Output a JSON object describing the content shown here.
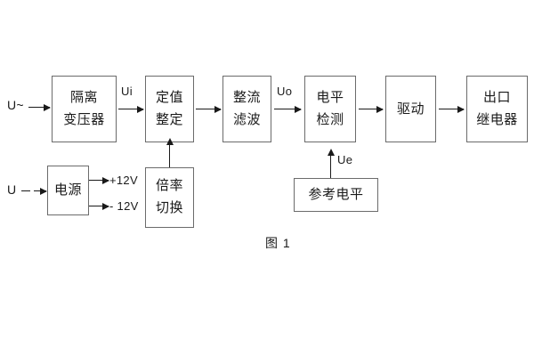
{
  "figure": {
    "caption": "图 1",
    "background_color": "#ffffff",
    "box_border_color": "#6b6b6b",
    "line_color": "#1a1a1a"
  },
  "inputs": {
    "ac_source_label": "U~",
    "dc_source_label": "U"
  },
  "blocks": {
    "isolation_transformer": {
      "line1": "隔离",
      "line2": "变压器"
    },
    "setting_value": {
      "line1": "定值",
      "line2": "整定"
    },
    "rectify_filter": {
      "line1": "整流",
      "line2": "滤波"
    },
    "level_detect": {
      "line1": "电平",
      "line2": "检测"
    },
    "drive": {
      "line1": "驱动"
    },
    "output_relay": {
      "line1": "出口",
      "line2": "继电器"
    },
    "power_supply": {
      "line1": "电源"
    },
    "multiplier_switch": {
      "line1": "倍率",
      "line2": "切换"
    },
    "reference_level": {
      "line1": "参考电平"
    }
  },
  "signals": {
    "ui": "Ui",
    "uo": "Uo",
    "ue": "Ue",
    "rail_positive": "+12V",
    "rail_negative": "- 12V"
  }
}
